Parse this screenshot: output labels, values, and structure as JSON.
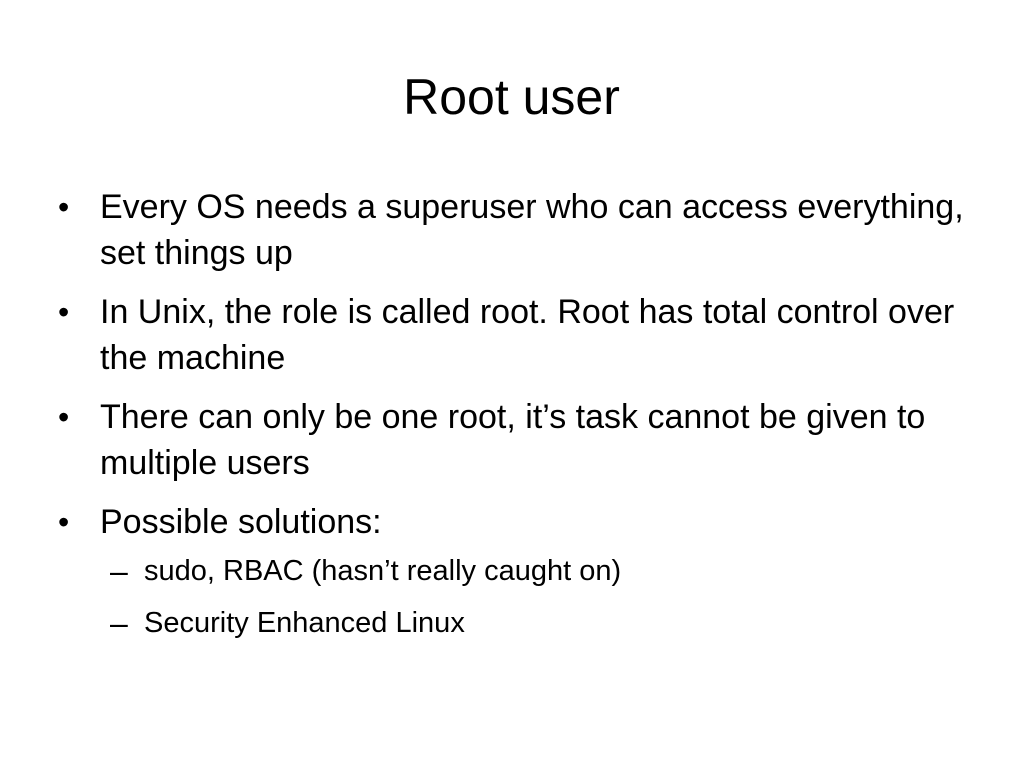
{
  "slide": {
    "title": "Root user",
    "bullets": [
      {
        "marker": "•",
        "text": "Every OS needs a superuser who can access everything, set things up"
      },
      {
        "marker": "•",
        "text": "In Unix, the role is called root. Root has total control over the machine"
      },
      {
        "marker": "•",
        "text": "There can only be one root, it’s task cannot be given to multiple users"
      },
      {
        "marker": "•",
        "text": "Possible solutions:"
      }
    ],
    "subbullets": [
      {
        "marker": "–",
        "text": "sudo, RBAC (hasn’t really caught on)"
      },
      {
        "marker": "–",
        "text": "Security Enhanced Linux"
      }
    ]
  }
}
